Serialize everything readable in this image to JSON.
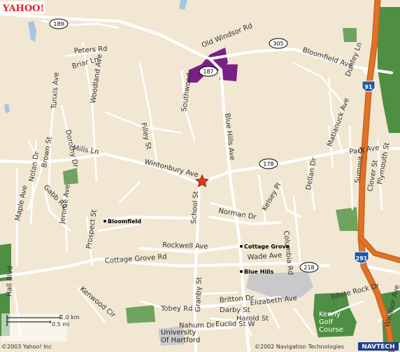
{
  "logo": "YAHOO!",
  "scale": {
    "km": "1.0 km",
    "mi": "0.5 mi"
  },
  "copyright": {
    "left": "©2003 Yahoo! Inc",
    "right": "©2002 Navigation Technologies"
  },
  "navtech_logo": "NAVTECH",
  "route_shields": {
    "r189": "189",
    "r187": "187",
    "r305": "305",
    "r178": "178",
    "r218": "218",
    "i91": "91",
    "i291": "291"
  },
  "streets": {
    "old_windsor": "Old Windsor Rd",
    "bloomfield_ave": "Bloomfield Ave",
    "dunfey": "Dunfey Ln",
    "peters": "Peters Rd",
    "briar": "Briar Ln",
    "woodland": "Woodland Ave",
    "tunxis": "Tunxis Ave",
    "dorothy": "Dorothy Dr",
    "mills": "Mills Ln",
    "southwood": "Southwood",
    "blue_hills_ave": "Blue Hills Ave",
    "filley": "Filley St",
    "matianuck": "Matianuck Ave",
    "park": "Park Ave",
    "wintonbury": "Wintonbury Ave",
    "nolan": "Nolan Dr",
    "brown": "Brown St",
    "maple": "Maple Ave",
    "gabb": "Gabb Rd",
    "jerome": "Jerome Ave",
    "school": "School St",
    "norman": "Norman Dr",
    "kelsey": "Kelsey Pl",
    "dellan": "Dellan Dr",
    "clover": "Clover St",
    "plymouth": "Plymouth St",
    "prospect": "Prospect St",
    "rockwell": "Rockwell Ave",
    "wade": "Wade Ave",
    "columbia": "Columbia Rd",
    "cottage_grove_rd": "Cottage Grove Rd",
    "hall": "Hall Blvd",
    "kenwood": "Kenwood Cir",
    "granby": "Granby St",
    "tobey": "Tobey Rd",
    "britton": "Britton Dr",
    "elizabeth": "Elizabeth Ave",
    "darby": "Darby St",
    "harold": "Harold St",
    "nahum": "Nahum Dr",
    "euclid": "Euclid St W",
    "white_rock": "White Rock Dr",
    "windsor": "Windsor Ave",
    "summit": "Summit St"
  },
  "places": {
    "bloomfield": "Bloomfield",
    "cottage_grove": "Cottage Grove",
    "blue_hills": "Blue Hills",
    "university_l1": "University",
    "university_l2": "Of Hartford",
    "kenny_l1": "Kenny",
    "kenny_l2": "Golf",
    "kenny_l3": "Course"
  },
  "colors": {
    "map_bg": "#f1e7d3",
    "park": "#4f8f43",
    "water": "#a7c4e4",
    "highway": "#e0722a",
    "district": "#7b1f86",
    "urban": "#c9c9cc",
    "road": "#ffffff",
    "marker": "#e0361c"
  }
}
